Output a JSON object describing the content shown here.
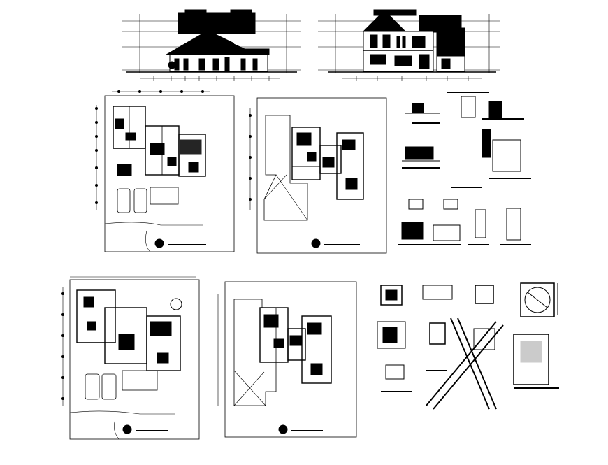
{
  "sheet": {
    "background": "#ffffff",
    "ink": "#000000"
  },
  "panels": [
    {
      "id": "front-elevation",
      "kind": "elevation"
    },
    {
      "id": "side-elevation",
      "kind": "elevation"
    },
    {
      "id": "site-plan-1",
      "kind": "site-plan",
      "caption": ""
    },
    {
      "id": "site-plan-2",
      "kind": "site-plan",
      "caption": ""
    },
    {
      "id": "details-1",
      "kind": "detail-sheet"
    },
    {
      "id": "site-plan-3",
      "kind": "site-plan",
      "caption": ""
    },
    {
      "id": "site-plan-4",
      "kind": "site-plan",
      "caption": ""
    },
    {
      "id": "details-2",
      "kind": "detail-sheet"
    }
  ],
  "icons": {
    "north_arrow": "tree-symbol-icon"
  }
}
